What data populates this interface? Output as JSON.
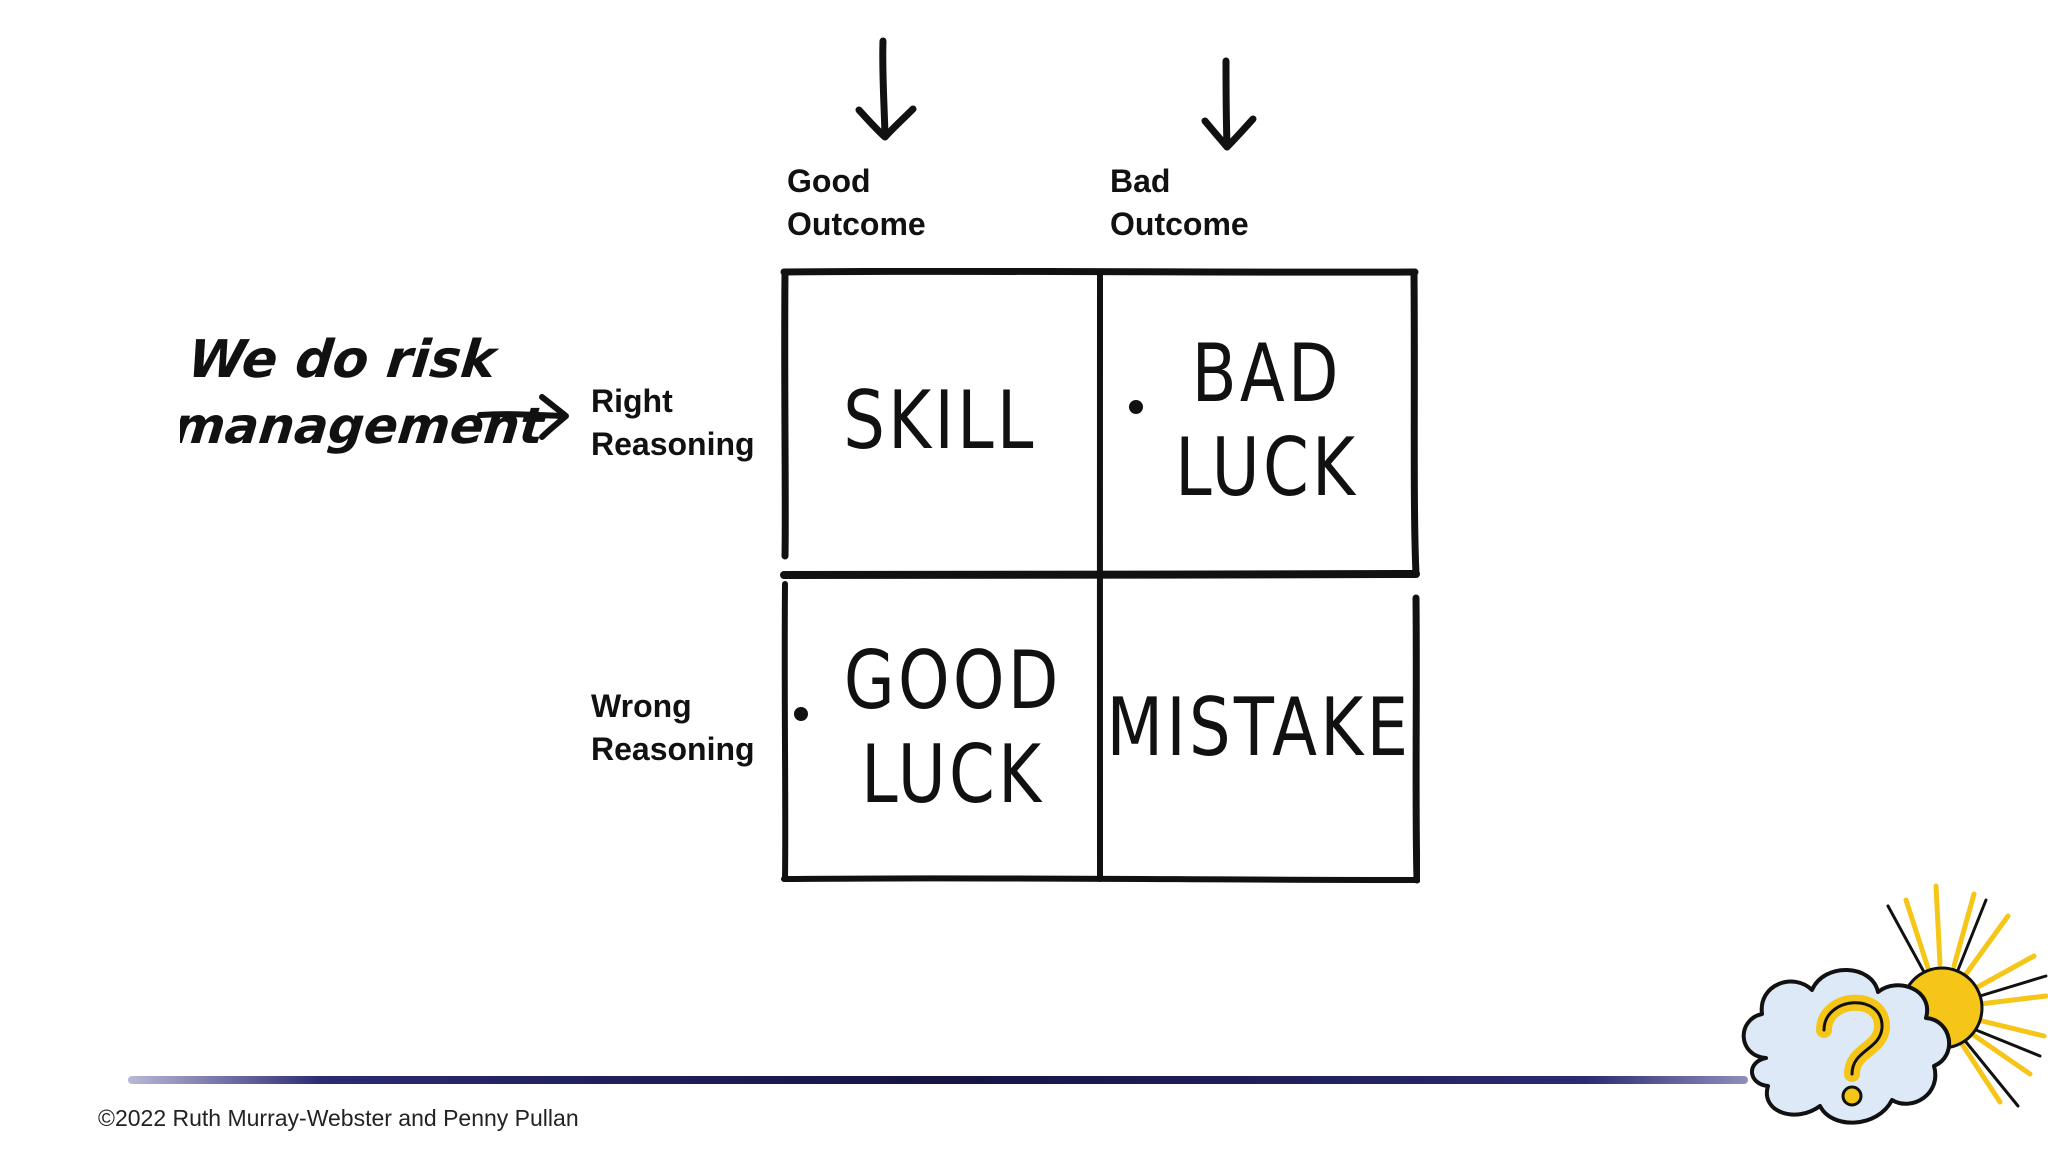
{
  "columns": {
    "good_outcome": "Good\nOutcome",
    "bad_outcome": "Bad\nOutcome"
  },
  "rows": {
    "right_reasoning": "Right\nReasoning",
    "wrong_reasoning": "Wrong\nReasoning"
  },
  "cells": {
    "skill": "SKILL",
    "bad_luck": "BAD\nLUCK",
    "good_luck": "GOOD\nLUCK",
    "mistake": "MISTAKE"
  },
  "annotation": "We do risk management",
  "footer": {
    "copyright": "©2022 Ruth Murray-Webster and Penny Pullan"
  },
  "logo": {
    "icon": "cloud-sun-question-icon",
    "colors": {
      "sun": "#F5C518",
      "cloud": "#DDE9F7",
      "outline": "#111111"
    }
  }
}
